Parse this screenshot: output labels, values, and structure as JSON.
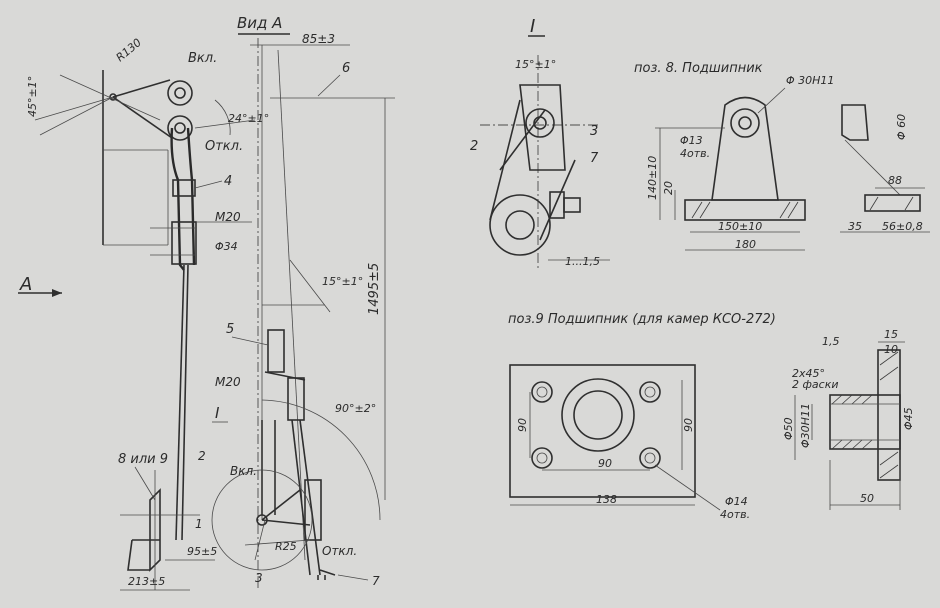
{
  "view_a": {
    "title": "Вид А",
    "arrow_label": "А"
  },
  "left_view": {
    "r30": "R130",
    "angle45": "45°±1°",
    "vkl": "Вкл.",
    "otkl": "Откл.",
    "angle24": "24°±1°",
    "n4": "4",
    "m20": "M20",
    "phi34": "Φ34",
    "n8or9": "8 или 9",
    "n1": "1",
    "dim95": "95±5",
    "dim213": "213±5"
  },
  "main_view": {
    "dim85": "85±3",
    "n6": "6",
    "dim1495": "1495±5",
    "angle15": "15°±1°",
    "n5": "5",
    "m20b": "M20",
    "node_I": "I",
    "n2": "2",
    "vkl2": "Вкл.",
    "angle90": "90°±2°",
    "r25": "R25",
    "otkl2": "Откл.",
    "n3": "3",
    "n7": "7"
  },
  "detail_I": {
    "title": "I",
    "angle15": "15°±1°",
    "n2": "2",
    "n3": "3",
    "n7": "7",
    "gap": "1...1,5"
  },
  "pos8": {
    "title": "поз. 8. Подшипник",
    "phi30": "Φ 30H11",
    "phi13": "Φ13",
    "holes": "4отв.",
    "h140": "140±10",
    "h20": "20",
    "w150": "150±10",
    "w180": "180",
    "phi60": "Φ 60",
    "d88": "88",
    "d35": "35",
    "d56": "56±0,8"
  },
  "pos9": {
    "title": "поз.9 Подшипник (для камер КСО-272)",
    "d90v": "90",
    "d90h": "90",
    "d90r": "90",
    "d138": "138",
    "phi14": "Φ14",
    "holes": "4отв.",
    "d15": "15",
    "d10": "10",
    "d15b": "1,5",
    "chamfer": "2x45°",
    "chamfer2": "2 фаски",
    "phi50": "Φ50",
    "phi30": "Φ30H11",
    "phi45": "Φ45",
    "d50": "50"
  }
}
